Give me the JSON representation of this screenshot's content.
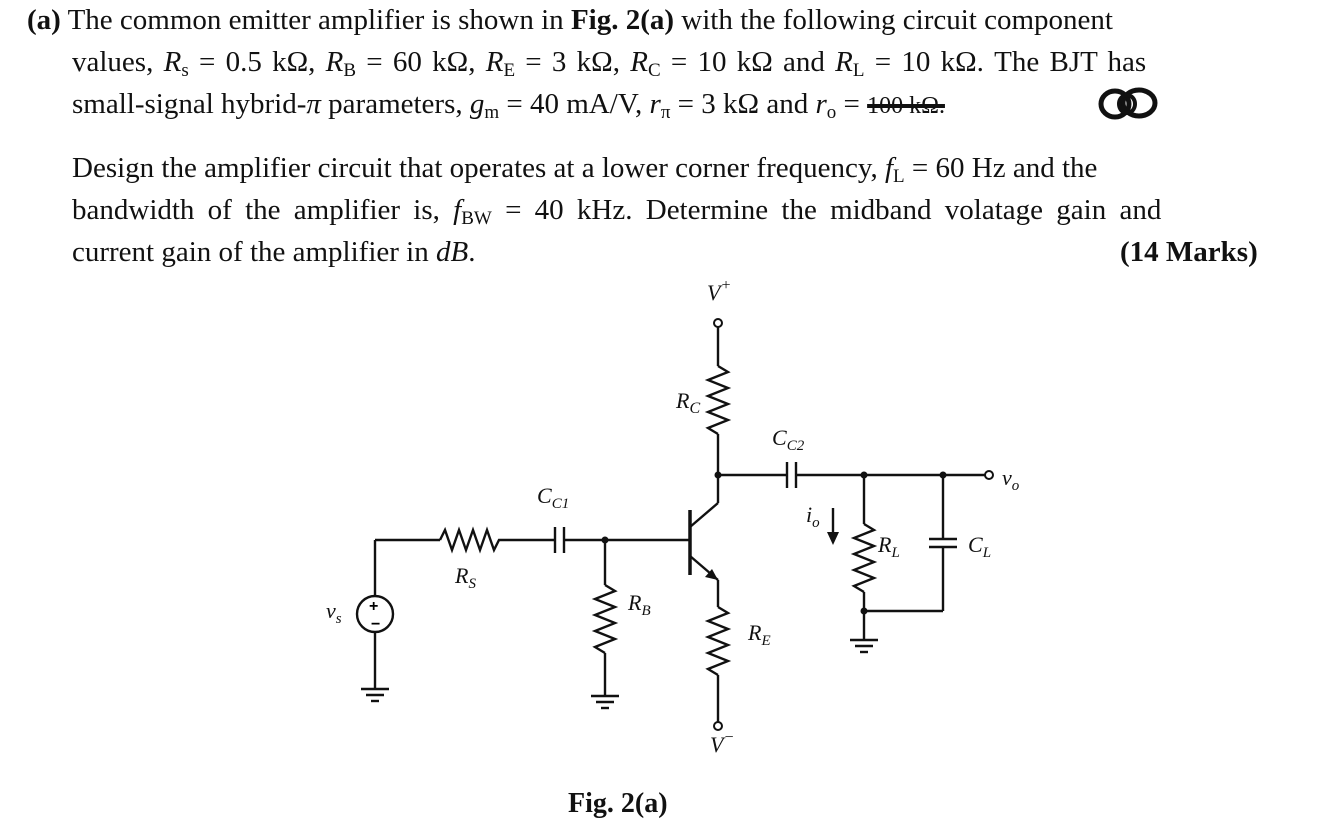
{
  "question": {
    "part_label": "(a)",
    "p1_line1_a": "The common emitter amplifier is shown in ",
    "p1_fig_ref": "Fig. 2(a)",
    "p1_line1_b": " with the following circuit component",
    "p1_line2_values": "values,",
    "rs_sym": "R",
    "rs_sub": "s",
    "rs_val": " = 0.5 kΩ,",
    "rb_sym": "R",
    "rb_sub": "B",
    "rb_val": " = 60 kΩ,",
    "re_sym": "R",
    "re_sub": "E",
    "re_val": " = 3 kΩ,",
    "rc_sym": "R",
    "rc_sub": "C",
    "rc_val": " = 10 kΩ",
    "and_1": " and ",
    "rl_sym": "R",
    "rl_sub": "L",
    "rl_val": " = 10 kΩ. The BJT has",
    "p1_line3_a": "small-signal hybrid-",
    "pi_sym": "π",
    "p1_line3_b": " parameters,",
    "gm_sym": "g",
    "gm_sub": "m",
    "gm_val": " = 40 mA/V,",
    "rpi_sym": "r",
    "rpi_sub": "π",
    "rpi_val": " = 3 kΩ and",
    "ro_sym": "r",
    "ro_sub": "o",
    "ro_eq": " = ",
    "ro_struck": "100 kΩ.",
    "p2_line1_a": "Design the amplifier circuit that operates at a lower corner frequency,",
    "fl_sym": "f",
    "fl_sub": "L",
    "fl_val": " = 60 Hz and the",
    "p2_line2_a": "bandwidth of the amplifier is,",
    "fbw_sym": "f",
    "fbw_sub": "BW",
    "fbw_val": " = 40 kHz. Determine the midband volatage gain and",
    "p2_line3_a": "current gain of the amplifier in ",
    "p2_line3_unit": "dB",
    "p2_line3_b": ".",
    "marks": "(14 Marks)"
  },
  "figure": {
    "caption": "Fig. 2(a)",
    "labels": {
      "vplus": "V",
      "vplus_sup": "+",
      "vminus": "V",
      "vminus_sup": "−",
      "rc": "R",
      "rc_sub": "C",
      "cc2": "C",
      "cc2_sub": "C2",
      "cc1": "C",
      "cc1_sub": "C1",
      "rs": "R",
      "rs_sub": "S",
      "rb": "R",
      "rb_sub": "B",
      "re": "R",
      "re_sub": "E",
      "rl": "R",
      "rl_sub": "L",
      "cl": "C",
      "cl_sub": "L",
      "io": "i",
      "io_sub": "o",
      "vo": "v",
      "vo_sub": "o",
      "vs": "v",
      "vs_sub": "s",
      "src_plus": "+",
      "src_minus": "−"
    }
  }
}
